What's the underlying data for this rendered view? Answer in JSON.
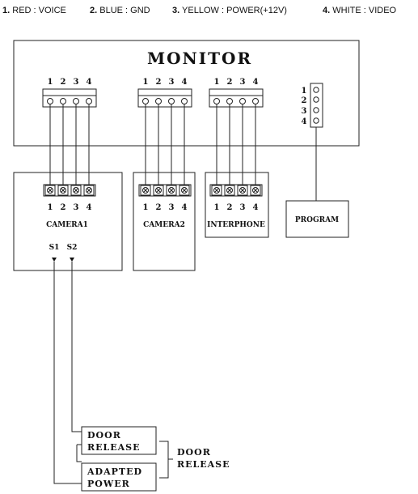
{
  "legend": [
    {
      "num": "1.",
      "text": "RED : VOICE"
    },
    {
      "num": "2.",
      "text": "BLUE : GND"
    },
    {
      "num": "3.",
      "text": "YELLOW : POWER(+12V)"
    },
    {
      "num": "4.",
      "text": "WHITE : VIDEO"
    }
  ],
  "monitor": {
    "title": "MONITOR",
    "pins": [
      "1",
      "2",
      "3",
      "4"
    ],
    "program_pins": [
      "1",
      "2",
      "3",
      "4"
    ]
  },
  "devices": [
    {
      "label": "CAMERA1",
      "pins": [
        "1",
        "2",
        "3",
        "4"
      ],
      "switches": [
        "S1",
        "S2"
      ]
    },
    {
      "label": "CAMERA2",
      "pins": [
        "1",
        "2",
        "3",
        "4"
      ]
    },
    {
      "label": "INTERPHONE",
      "pins": [
        "1",
        "2",
        "3",
        "4"
      ]
    }
  ],
  "program": {
    "label": "PROGRAM"
  },
  "door": {
    "release_box": [
      "DOOR",
      "RELEASE"
    ],
    "power_box": [
      "ADAPTED",
      "POWER"
    ],
    "group_label": [
      "DOOR",
      "RELEASE"
    ]
  }
}
